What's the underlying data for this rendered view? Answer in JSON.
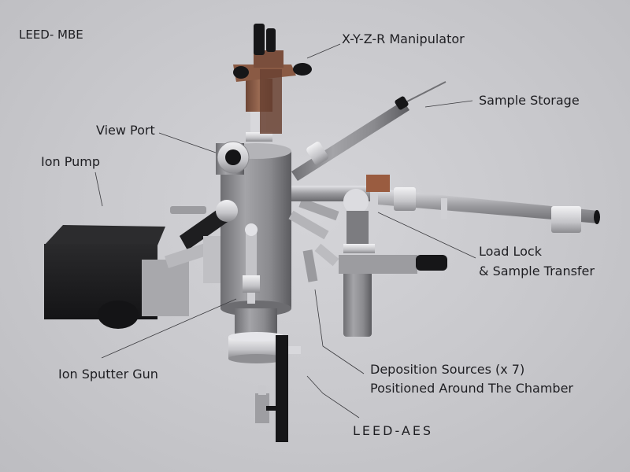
{
  "diagram": {
    "title": "LEED- MBE",
    "labels": [
      {
        "id": "xyzr",
        "text": "X-Y-Z-R Manipulator"
      },
      {
        "id": "storage",
        "text": "Sample Storage"
      },
      {
        "id": "viewport",
        "text": "View Port"
      },
      {
        "id": "ionpump",
        "text": "Ion Pump"
      },
      {
        "id": "loadlock_1",
        "text": "Load Lock"
      },
      {
        "id": "loadlock_2",
        "text": "& Sample Transfer"
      },
      {
        "id": "sputter",
        "text": "Ion Sputter Gun"
      },
      {
        "id": "deposition_1",
        "text": "Deposition Sources (x 7)"
      },
      {
        "id": "deposition_2",
        "text": "Positioned Around The Chamber"
      },
      {
        "id": "leedaes",
        "text": "LEED-AES"
      }
    ]
  },
  "colors": {
    "background": "#c9c9cd",
    "steel": "#8e8e92",
    "steel_light": "#d6d6da",
    "dark": "#1c1c1e",
    "copper": "#8a5a44",
    "label": "#1e1e22",
    "leader": "#3a3a3e"
  }
}
